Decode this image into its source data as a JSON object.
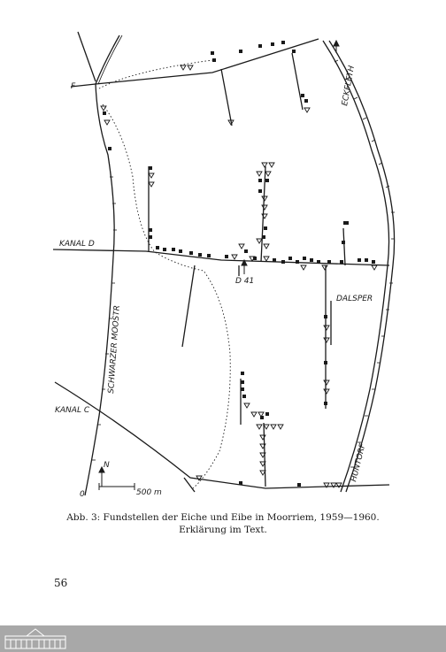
{
  "map": {
    "labels": {
      "eckfleth": "ECKFLETH",
      "kanal_d": "KANAL D",
      "kanal_c": "KANAL C",
      "schwarzer_moorstr": "SCHWARZER MOOSTR",
      "dalsper": "DALSPER",
      "huntorf": "HUNTORF",
      "d41": "D 41",
      "north": "N",
      "scale_start": "0",
      "scale_end": "500 m",
      "corner": "F"
    }
  },
  "caption": {
    "line1": "Abb. 3:  Fundstellen der Eiche und Eibe in Moorriem, 1959—1960.",
    "line2": "Erklärung im Text."
  },
  "page_number": "56"
}
